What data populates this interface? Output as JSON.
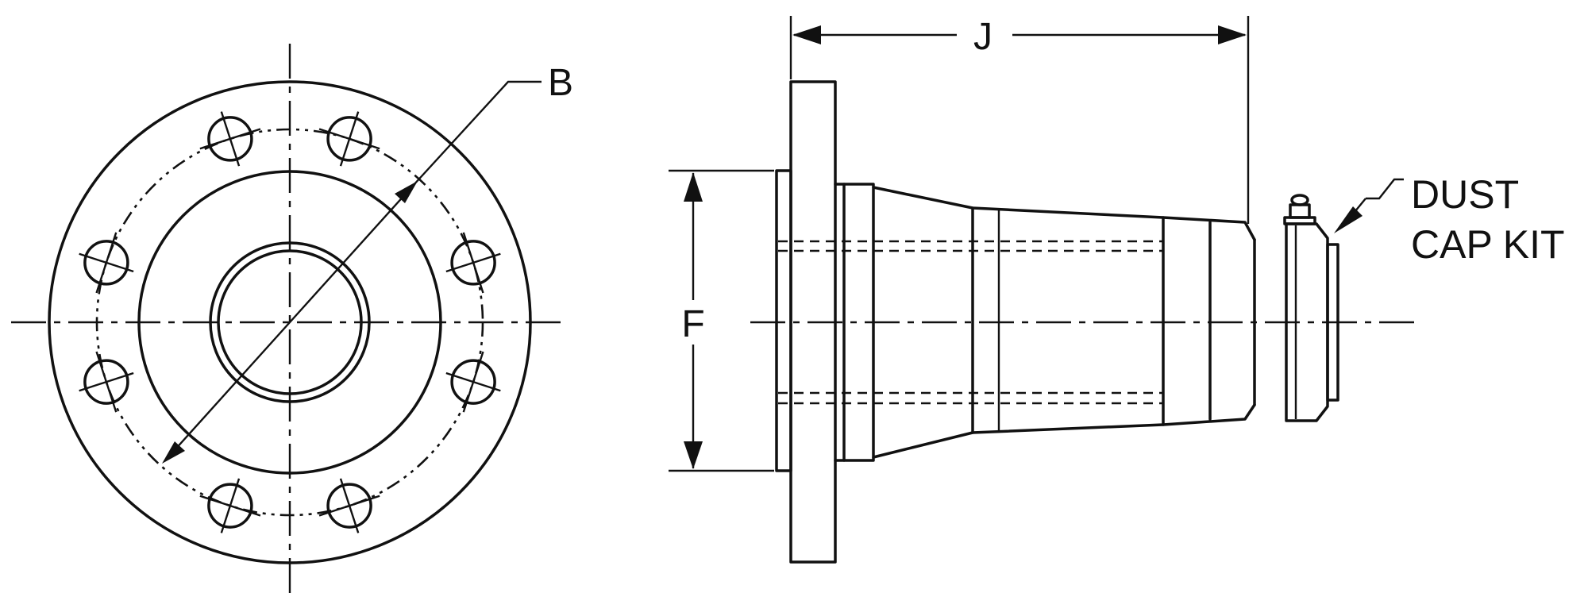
{
  "labels": {
    "dim_b": "B",
    "dim_j": "J",
    "dim_f": "F",
    "callout_line1": "DUST",
    "callout_line2": "CAP KIT"
  },
  "colors": {
    "ink": "#111111",
    "paper": "#ffffff"
  }
}
